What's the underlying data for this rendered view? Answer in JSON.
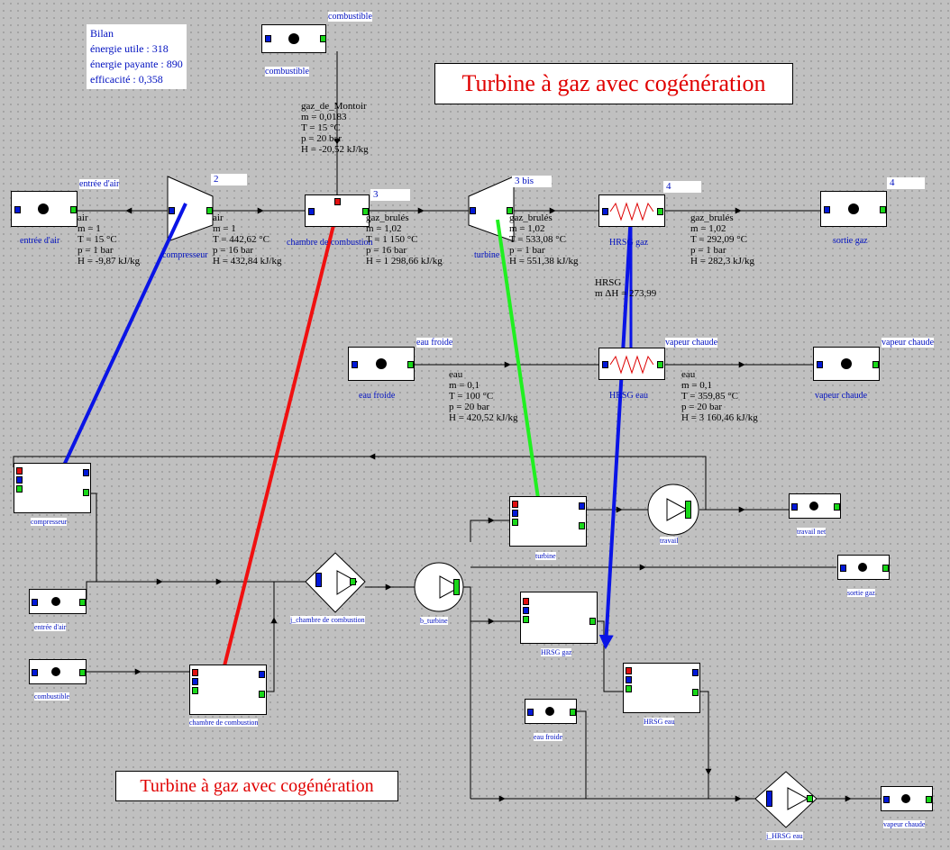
{
  "titles": {
    "top": "Turbine à gaz avec cogénération",
    "bottom": "Turbine à gaz avec cogénération"
  },
  "bilan": {
    "title": "Bilan",
    "utile": "énergie utile : 318",
    "payante": "énergie payante : 890",
    "efficacite": "efficacité : 0,358"
  },
  "nodes": {
    "combustible": {
      "top_tag": "combustible",
      "caption": "combustible"
    },
    "entree_air": {
      "top_tag": "entrée d'air",
      "caption": "entrée d'air"
    },
    "compresseur": {
      "num": "2",
      "caption": "compresseur"
    },
    "chambre": {
      "num": "3",
      "caption": "chambre de combustion"
    },
    "turbine": {
      "num": "3 bis",
      "caption": "turbine"
    },
    "hrsg_gaz": {
      "num": "4",
      "caption": "HRSG gaz"
    },
    "sortie_gaz": {
      "num": "4",
      "caption": "sortie gaz"
    },
    "eau_froide": {
      "top_tag": "eau froide",
      "caption": "eau froide"
    },
    "hrsg_eau": {
      "top_tag": "vapeur chaude",
      "caption": "HRSG eau"
    },
    "vapeur_chaude": {
      "top_tag": "vapeur chaude",
      "caption": "vapeur chaude"
    }
  },
  "streams": {
    "fuel": [
      "gaz_de_Montoir",
      "m = 0,0183",
      "T = 15 °C",
      "p = 20 bar",
      "H = -20,52 kJ/kg"
    ],
    "air_in": [
      "air",
      "m = 1",
      "T = 15 °C",
      "p = 1 bar",
      "H = -9,87 kJ/kg"
    ],
    "air_comp": [
      "air",
      "m = 1",
      "T = 442,62 °C",
      "p = 16 bar",
      "H = 432,84 kJ/kg"
    ],
    "gaz_cc": [
      "gaz_brulés",
      "m = 1,02",
      "T = 1 150 °C",
      "p = 16 bar",
      "H = 1 298,66 kJ/kg"
    ],
    "gaz_turb": [
      "gaz_brulés",
      "m = 1,02",
      "T = 533,08 °C",
      "p = 1 bar",
      "H = 551,38 kJ/kg"
    ],
    "gaz_out": [
      "gaz_brulés",
      "m = 1,02",
      "T = 292,09 °C",
      "p = 1 bar",
      "H = 282,3 kJ/kg"
    ],
    "hrsg_dh": [
      "HRSG",
      "m ΔH = 273,99"
    ],
    "eau_in": [
      "eau",
      "m = 0,1",
      "T = 100 °C",
      "p = 20 bar",
      "H = 420,52 kJ/kg"
    ],
    "eau_out": [
      "eau",
      "m = 0,1",
      "T = 359,85 °C",
      "p = 20 bar",
      "H = 3 160,46 kJ/kg"
    ]
  },
  "lower": {
    "compresseur": "compresseur",
    "entree_air": "entrée d'air",
    "combustible": "combustible",
    "chambre": "chambre de combustion",
    "j_chambre": "j_chambre de combustion",
    "b_turbine": "b_turbine",
    "turbine": "turbine",
    "travail": "travail",
    "travail_net": "travail net",
    "sortie_gaz": "sortie gaz",
    "hrsg_gaz": "HRSG gaz",
    "hrsg_eau": "HRSG eau",
    "eau_froide": "eau froide",
    "j_hrsg": "j_HRSG eau",
    "vapeur_chaude": "vapeur chaude"
  },
  "colors": {
    "background": "#c0c0c0",
    "port_in": "#0018d8",
    "port_out": "#18d818",
    "port_fuel": "#e01010",
    "title_text": "#e00000",
    "caption_text": "#0010c0",
    "arrow_blue": "#0a14e6",
    "arrow_red": "#f01010",
    "arrow_green": "#20f020"
  }
}
